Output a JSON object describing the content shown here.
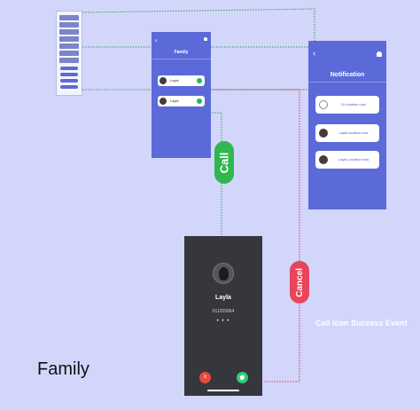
{
  "family_screen": {
    "title": "Family",
    "members": [
      {
        "name": "Layla"
      },
      {
        "name": "Layla"
      }
    ]
  },
  "notification_screen": {
    "title": "Notification",
    "items": [
      {
        "text": "Dr location now"
      },
      {
        "text": "Layla location now"
      },
      {
        "text": "Layla Location now"
      }
    ]
  },
  "call_screen": {
    "name": "Layla",
    "number": "011255864",
    "status_dots": "• • •",
    "decline_symbol": "x"
  },
  "connectors": {
    "call_label": "Call",
    "cancel_label": "Cancel",
    "event_label": "Call Icon Success Event"
  },
  "flow_label": "Family",
  "colors": {
    "background": "#d3d6fb",
    "screen_blue": "#5b6ad8",
    "call_green": "#2eb84f",
    "cancel_red": "#e8445a",
    "call_screen_bg": "#35373d"
  },
  "icons": [
    "back-arrow-icon",
    "bell-icon",
    "phone-icon",
    "decline-icon",
    "accept-call-icon"
  ]
}
